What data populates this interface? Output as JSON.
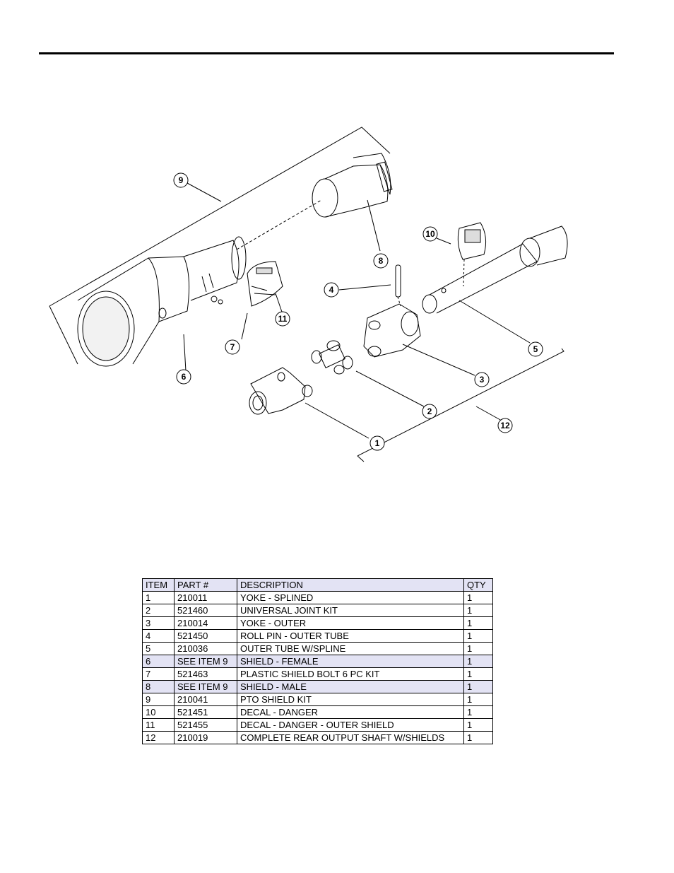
{
  "callouts": [
    "1",
    "2",
    "3",
    "4",
    "5",
    "6",
    "7",
    "8",
    "9",
    "10",
    "11",
    "12"
  ],
  "table": {
    "headers": [
      "ITEM",
      "PART #",
      "DESCRIPTION",
      "QTY"
    ],
    "rows": [
      [
        "1",
        "210011",
        "YOKE - SPLINED",
        "1"
      ],
      [
        "2",
        "521460",
        "UNIVERSAL JOINT KIT",
        "1"
      ],
      [
        "3",
        "210014",
        "YOKE - OUTER",
        "1"
      ],
      [
        "4",
        "521450",
        "ROLL PIN - OUTER TUBE",
        "1"
      ],
      [
        "5",
        "210036",
        "OUTER TUBE W/SPLINE",
        "1"
      ],
      [
        "6",
        "SEE ITEM 9",
        "SHIELD - FEMALE",
        "1"
      ],
      [
        "7",
        "521463",
        "PLASTIC SHIELD BOLT 6 PC KIT",
        "1"
      ],
      [
        "8",
        "SEE ITEM 9",
        "SHIELD - MALE",
        "1"
      ],
      [
        "9",
        "210041",
        "PTO SHIELD KIT",
        "1"
      ],
      [
        "10",
        "521451",
        "DECAL - DANGER",
        "1"
      ],
      [
        "11",
        "521455",
        "DECAL - DANGER - OUTER SHIELD",
        "1"
      ],
      [
        "12",
        "210019",
        "COMPLETE REAR OUTPUT SHAFT W/SHIELDS",
        "1"
      ]
    ]
  }
}
